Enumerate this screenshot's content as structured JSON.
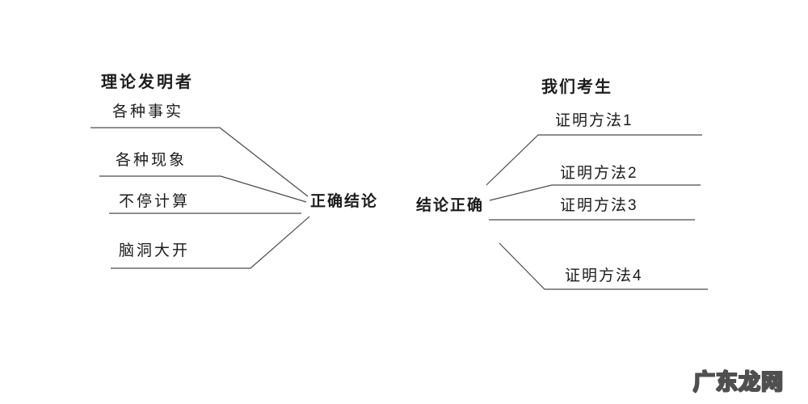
{
  "diagram": {
    "left": {
      "title": "理论发明者",
      "items": [
        "各种事实",
        "各种现象",
        "不停计算",
        "脑洞大开"
      ],
      "conclusion": "正确结论"
    },
    "right": {
      "title": "我们考生",
      "conclusion": "结论正确",
      "items": [
        "证明方法1",
        "证明方法2",
        "证明方法3",
        "证明方法4"
      ]
    }
  },
  "watermark": {
    "text": "广东龙网"
  },
  "colors": {
    "background": "#ffffff",
    "line": "#4a4a4a",
    "text": "#1c1c1c",
    "watermark_fill": "#ffffff",
    "watermark_outline": "#4f4f4f"
  }
}
